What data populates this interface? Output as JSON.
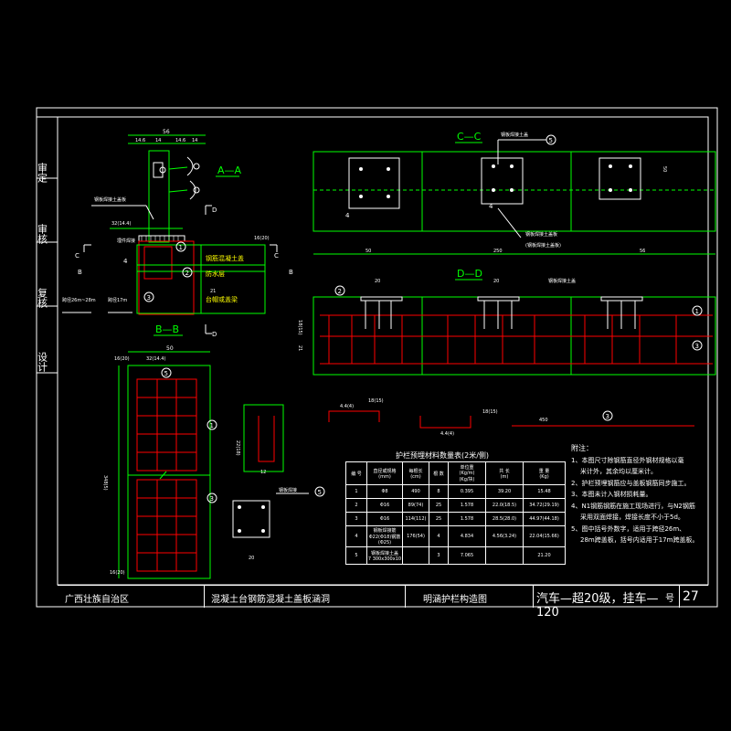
{
  "colors": {
    "background": "#000000",
    "frame": "#ffffff",
    "concrete": "#00ff00",
    "rebar": "#ff0000",
    "steel_plate": "#ffffff",
    "callout": "#ffffff",
    "label": "#ffff00",
    "dimension": "#00ff00"
  },
  "side_panel": [
    "审定",
    "审核",
    "复核",
    "设计"
  ],
  "views": {
    "aa": "A—A",
    "bb": "B—B",
    "cc": "C—C",
    "dd": "D—D"
  },
  "section_marks": [
    "A",
    "A",
    "B",
    "B",
    "C",
    "C",
    "D",
    "D"
  ],
  "aa_dims": {
    "top": "56",
    "sub": [
      "14.6",
      "14",
      "14.6",
      "14"
    ],
    "right_h": "16(20)",
    "width": "32(14.4)",
    "bottom": "21"
  },
  "bb_dims": {
    "width": "50",
    "sub": "32(14.4)",
    "length": "348(5)"
  },
  "cc_dims": {
    "left": "50",
    "mid": "250",
    "right": "56",
    "h": "50"
  },
  "dd_dims": {
    "a": "20",
    "b": "20",
    "h1": "18(15)",
    "h2": "21"
  },
  "callouts": [
    "1",
    "2",
    "3",
    "4",
    "5"
  ],
  "aa_labels": [
    "钢筋混凝土盖",
    "防水层",
    "台帽或盖梁",
    "钢板焊接土盖板",
    "埋件焊接"
  ],
  "cc_labels": [
    "钢板焊接土盖",
    "钢板焊接土盖板",
    "(钢板焊接土盖板)"
  ],
  "dd_labels": [
    "钢板焊接土盖"
  ],
  "bar_shapes": [
    {
      "label": "4.4(4)",
      "dim": "18(15)"
    },
    {
      "label": "4.4(4)",
      "dim": "18(15)"
    },
    {
      "label": "450",
      "dim": ""
    }
  ],
  "stirrup": {
    "w": "12",
    "h": "22(18)"
  },
  "plate": {
    "label": "钢板焊接",
    "dim": "20"
  },
  "table": {
    "title": "护栏预埋材料数量表(2米/侧)",
    "headers": [
      "编 号",
      "直径或规格\n(mm)",
      "每根长\n(cm)",
      "根 数",
      "单位重\n(Kg/m)\n(Kg/块)",
      "共 长\n(m)",
      "重 量\n(Kg)"
    ],
    "rows": [
      [
        "1",
        "Φ8",
        "490",
        "8",
        "0.395",
        "39.20",
        "15.48"
      ],
      [
        "2",
        "Φ16",
        "89(74)",
        "25",
        "1.578",
        "22.0(18.5)",
        "34.72(29.19)"
      ],
      [
        "3",
        "Φ16",
        "114(112)",
        "25",
        "1.578",
        "28.5(28.0)",
        "44.97(44.18)"
      ],
      [
        "4",
        "钢板焊接筋\nΦ22(Φ18)钢筋\n(Φ25)",
        "176(54)",
        "4",
        "4.834",
        "4.56(3.24)",
        "22.04(15.66)"
      ],
      [
        "5",
        "钢板焊接土盖\n7 300x300x10",
        "",
        "3",
        "7.065",
        "",
        "21.20"
      ]
    ]
  },
  "notes": {
    "title": "附注：",
    "items": [
      "1、本图尺寸除钢筋直径外钢材规格以毫",
      "米计外，其余均以厘米计。",
      "2、护栏预埋钢筋应与盖板钢筋同步施工。",
      "3、本图未计入钢材损耗量。",
      "4、N1钢筋钢筋在施工现场进行，与N2钢筋",
      "采用双面焊接，焊接长度不小于5d。",
      "5、图中括号外数字，适用于跨径26m、",
      "28m跨盖板，括号内适用于17m跨盖板。"
    ]
  },
  "title_block": {
    "region": "广西壮族自治区",
    "project": "混凝土台钢筋混凝土盖板涵洞",
    "drawing": "明涵护栏构造图",
    "load": "汽车—超20级，挂车—120",
    "load_suffix": "号",
    "page": "27"
  }
}
